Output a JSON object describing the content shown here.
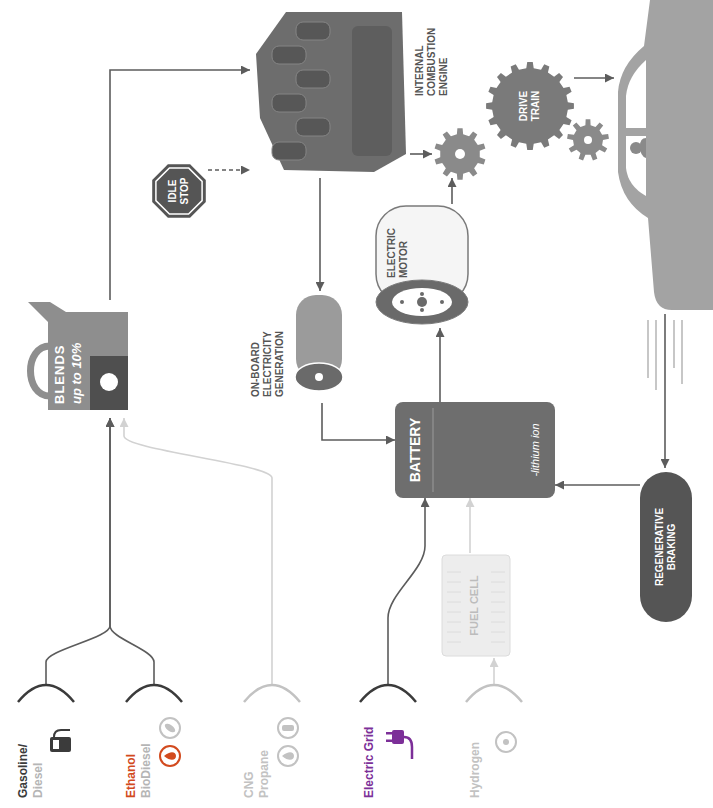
{
  "diagram": {
    "nodes": [
      {
        "text": [
          "Gasoline/",
          "Diesel"
        ]
      },
      {
        "text": [
          "Ethanol",
          "BioDiesel"
        ]
      },
      {
        "text": [
          "CNG",
          "Propane"
        ]
      },
      {
        "text": [
          "Electric Grid"
        ]
      },
      {
        "text": [
          "Hydrogen"
        ]
      },
      {
        "text": [
          "BLENDS",
          "up to 10%"
        ]
      },
      {
        "text": [
          "IDLE STOP"
        ]
      },
      {
        "text": [
          "INTERNAL COMBUSTION ENGINE"
        ]
      },
      {
        "text": [
          "ON-BOARD ELECTRICITY GENERATION"
        ]
      },
      {
        "text": [
          "FUEL CELL"
        ]
      },
      {
        "text": [
          "BATTERY",
          "-lithium ion"
        ]
      },
      {
        "text": [
          "ELECTRIC MOTOR"
        ]
      },
      {
        "text": [
          "DRIVE TRAIN"
        ]
      },
      {
        "text": [
          "REGENERATIVE BRAKING"
        ]
      }
    ],
    "edges": [
      {
        "from": 0,
        "to": 5,
        "arrow": "to"
      },
      {
        "from": 1,
        "to": 5,
        "arrow": "to"
      },
      {
        "from": 2,
        "to": 5,
        "arrow": "to"
      },
      {
        "from": 5,
        "to": 7,
        "arrow": "to"
      },
      {
        "from": 6,
        "to": 7,
        "arrow": "to"
      },
      {
        "from": 7,
        "to": 8,
        "arrow": "to"
      },
      {
        "from": 7,
        "to": 12,
        "arrow": "to"
      },
      {
        "from": 8,
        "to": 10,
        "arrow": "to"
      },
      {
        "from": 3,
        "to": 10,
        "arrow": "to"
      },
      {
        "from": 4,
        "to": 9,
        "arrow": "to"
      },
      {
        "from": 9,
        "to": 10,
        "arrow": "to"
      },
      {
        "from": 10,
        "to": 11,
        "arrow": "to"
      },
      {
        "from": 11,
        "to": 12,
        "arrow": "to"
      },
      {
        "from": 13,
        "to": 10,
        "arrow": "to"
      }
    ]
  }
}
